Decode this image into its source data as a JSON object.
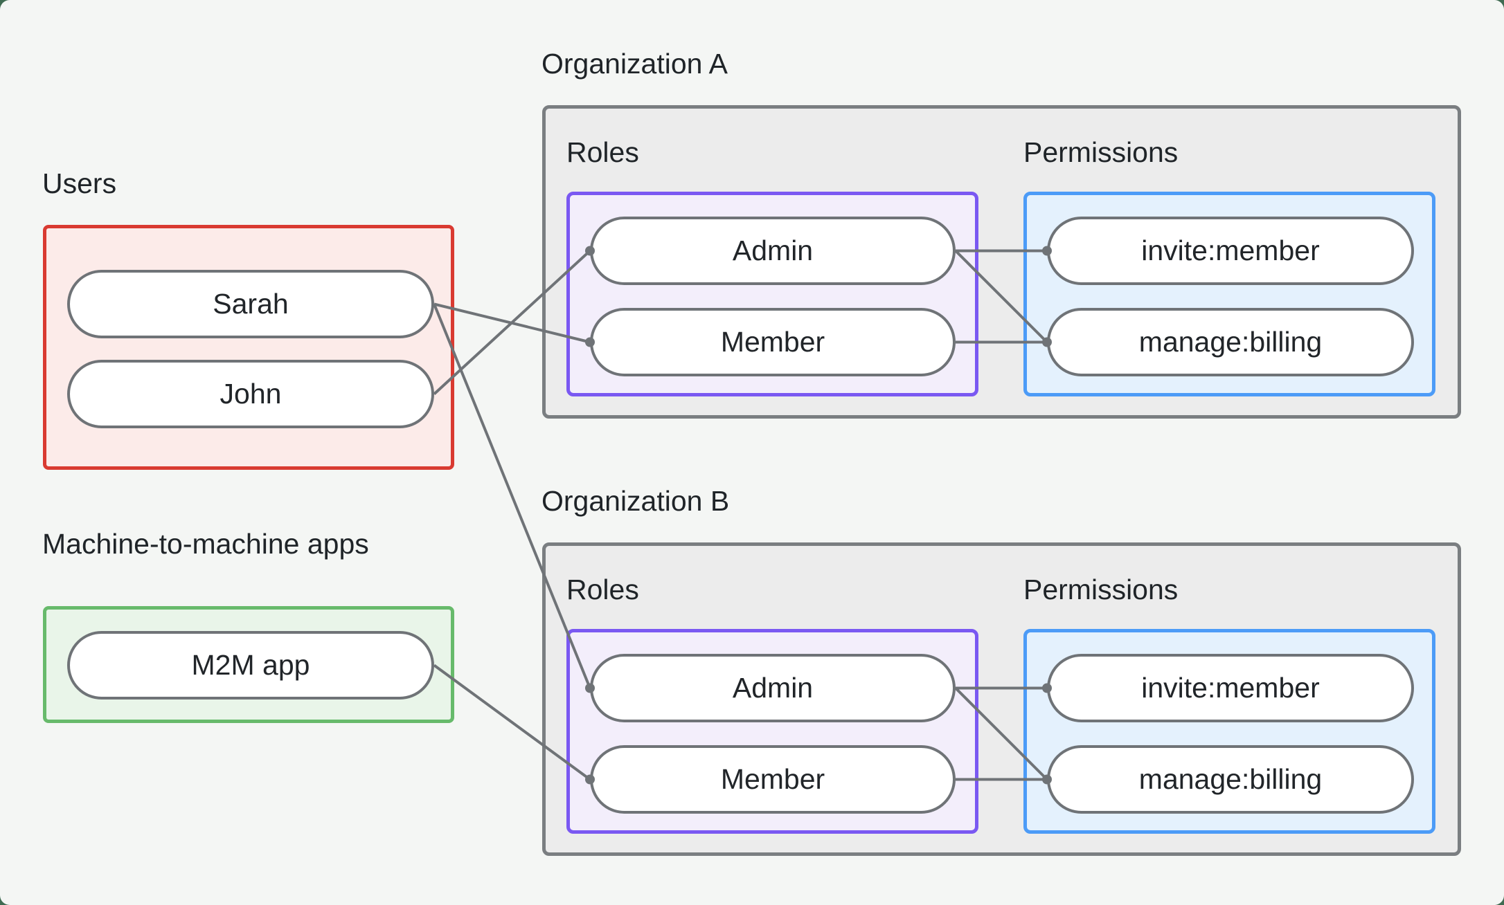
{
  "page": {
    "backdrop_color": "#3f6b52",
    "canvas_color": "#f4f6f4"
  },
  "users_group": {
    "label": "Users",
    "border_color": "#d93a31",
    "fill_color": "#fcebe9",
    "items": [
      {
        "id": "sarah",
        "label": "Sarah"
      },
      {
        "id": "john",
        "label": "John"
      }
    ]
  },
  "m2m_group": {
    "label": "Machine-to-machine apps",
    "border_color": "#67ba6b",
    "fill_color": "#e9f5e9",
    "items": [
      {
        "id": "m2m-app",
        "label": "M2M app"
      }
    ]
  },
  "organizations": [
    {
      "id": "orgA",
      "title": "Organization A",
      "roles_label": "Roles",
      "permissions_label": "Permissions",
      "roles": [
        {
          "id": "orgA-admin",
          "label": "Admin"
        },
        {
          "id": "orgA-member",
          "label": "Member"
        }
      ],
      "permissions": [
        {
          "id": "orgA-invite",
          "label": "invite:member"
        },
        {
          "id": "orgA-manage",
          "label": "manage:billing"
        }
      ]
    },
    {
      "id": "orgB",
      "title": "Organization B",
      "roles_label": "Roles",
      "permissions_label": "Permissions",
      "roles": [
        {
          "id": "orgB-admin",
          "label": "Admin"
        },
        {
          "id": "orgB-member",
          "label": "Member"
        }
      ],
      "permissions": [
        {
          "id": "orgB-invite",
          "label": "invite:member"
        },
        {
          "id": "orgB-manage",
          "label": "manage:billing"
        }
      ]
    }
  ],
  "edges": [
    {
      "from": "sarah",
      "to": "orgA-member"
    },
    {
      "from": "john",
      "to": "orgA-admin"
    },
    {
      "from": "sarah",
      "to": "orgB-admin"
    },
    {
      "from": "m2m-app",
      "to": "orgB-member"
    },
    {
      "from": "orgA-admin",
      "to": "orgA-invite"
    },
    {
      "from": "orgA-admin",
      "to": "orgA-manage"
    },
    {
      "from": "orgA-member",
      "to": "orgA-manage"
    },
    {
      "from": "orgB-admin",
      "to": "orgB-invite"
    },
    {
      "from": "orgB-admin",
      "to": "orgB-manage"
    },
    {
      "from": "orgB-member",
      "to": "orgB-manage"
    }
  ],
  "style": {
    "org_fill": "#ececec",
    "org_border": "#7a7e81",
    "purple_border": "#7a58f2",
    "purple_fill": "#f3eefb",
    "blue_border": "#4c9bf7",
    "blue_fill": "#e4f1fd",
    "pill_border": "#6f7377",
    "line_color": "#6f7377",
    "dot_color": "#6f7377",
    "text_color": "#1f2428",
    "line_width": 4,
    "dot_radius": 7
  }
}
